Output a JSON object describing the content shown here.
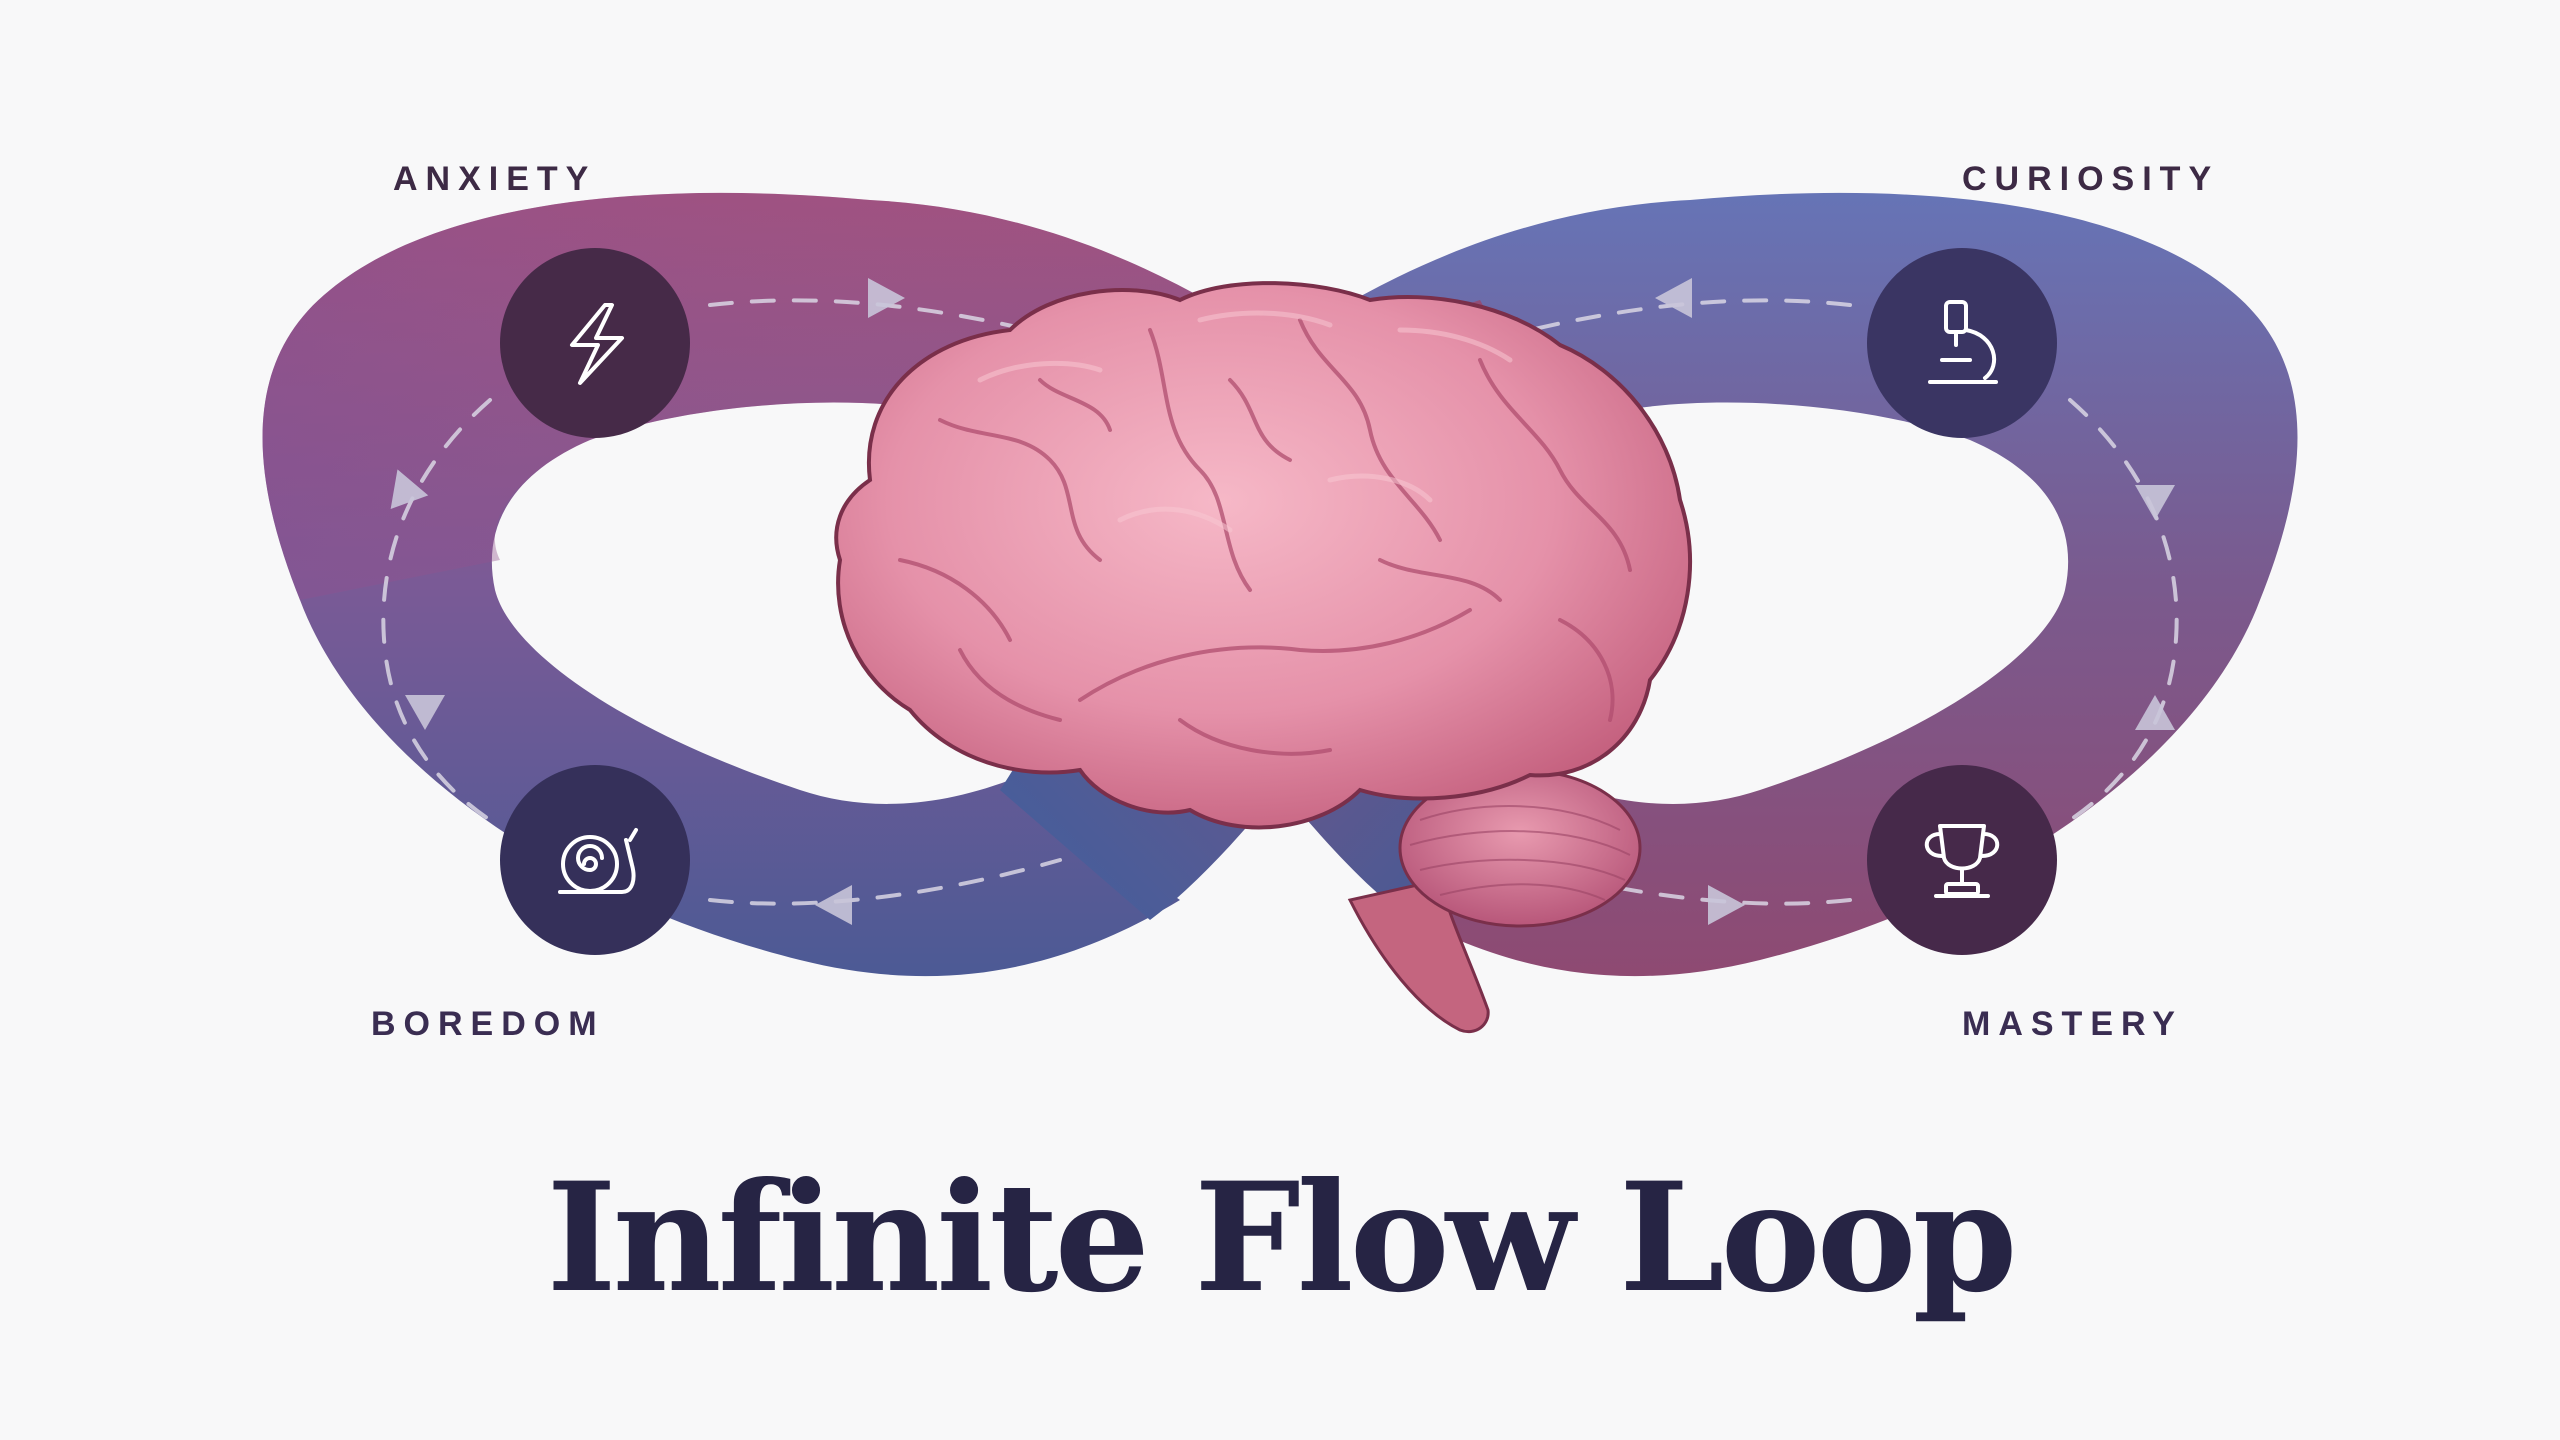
{
  "diagram": {
    "title": "Infinite Flow Loop",
    "nodes": [
      {
        "id": "anxiety",
        "label": "ANXIETY",
        "icon": "lightning-icon",
        "color": "#462a48"
      },
      {
        "id": "curiosity",
        "label": "CURIOSITY",
        "icon": "microscope-icon",
        "color": "#3a3563"
      },
      {
        "id": "boredom",
        "label": "BOREDOM",
        "icon": "snail-icon",
        "color": "#35305a"
      },
      {
        "id": "mastery",
        "label": "MASTERY",
        "icon": "trophy-icon",
        "color": "#46294a"
      }
    ],
    "center_image": "brain",
    "colors": {
      "magenta": "#a4557f",
      "purple": "#7a5693",
      "blue": "#3f5f9b",
      "periwinkle": "#6b78b8",
      "title": "#262444",
      "background": "#f8f8f9"
    }
  }
}
